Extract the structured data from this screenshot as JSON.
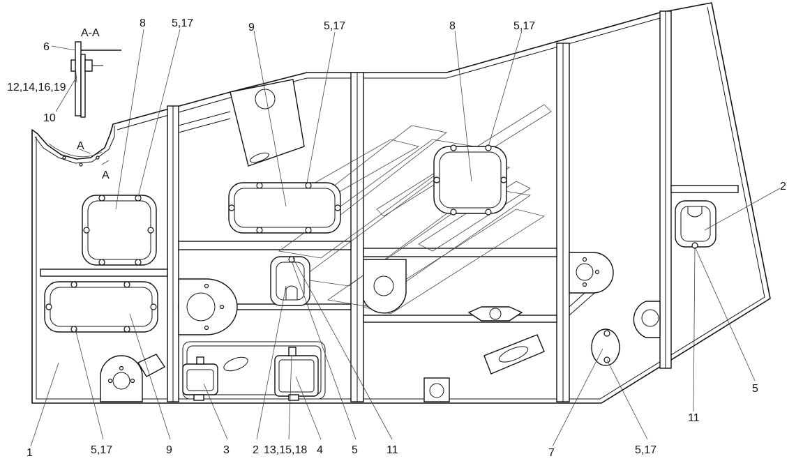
{
  "section_label": "A-A",
  "section_marker": "A",
  "callouts": [
    {
      "id": "c6",
      "text": "6"
    },
    {
      "id": "c12",
      "text": "12,14,16,19"
    },
    {
      "id": "c10",
      "text": "10"
    },
    {
      "id": "c8a",
      "text": "8"
    },
    {
      "id": "c517a",
      "text": "5,17"
    },
    {
      "id": "c9a",
      "text": "9"
    },
    {
      "id": "c517b",
      "text": "5,17"
    },
    {
      "id": "c8b",
      "text": "8"
    },
    {
      "id": "c517c",
      "text": "5,17"
    },
    {
      "id": "c2r",
      "text": "2"
    },
    {
      "id": "c5r",
      "text": "5"
    },
    {
      "id": "c11r",
      "text": "11"
    },
    {
      "id": "c1",
      "text": "1"
    },
    {
      "id": "c517d",
      "text": "5,17"
    },
    {
      "id": "c9b",
      "text": "9"
    },
    {
      "id": "c3",
      "text": "3"
    },
    {
      "id": "c2b",
      "text": "2"
    },
    {
      "id": "c13",
      "text": "13,15,18"
    },
    {
      "id": "c4",
      "text": "4"
    },
    {
      "id": "c5b",
      "text": "5"
    },
    {
      "id": "c11b",
      "text": "11"
    },
    {
      "id": "c7",
      "text": "7"
    },
    {
      "id": "c517e",
      "text": "5,17"
    }
  ]
}
